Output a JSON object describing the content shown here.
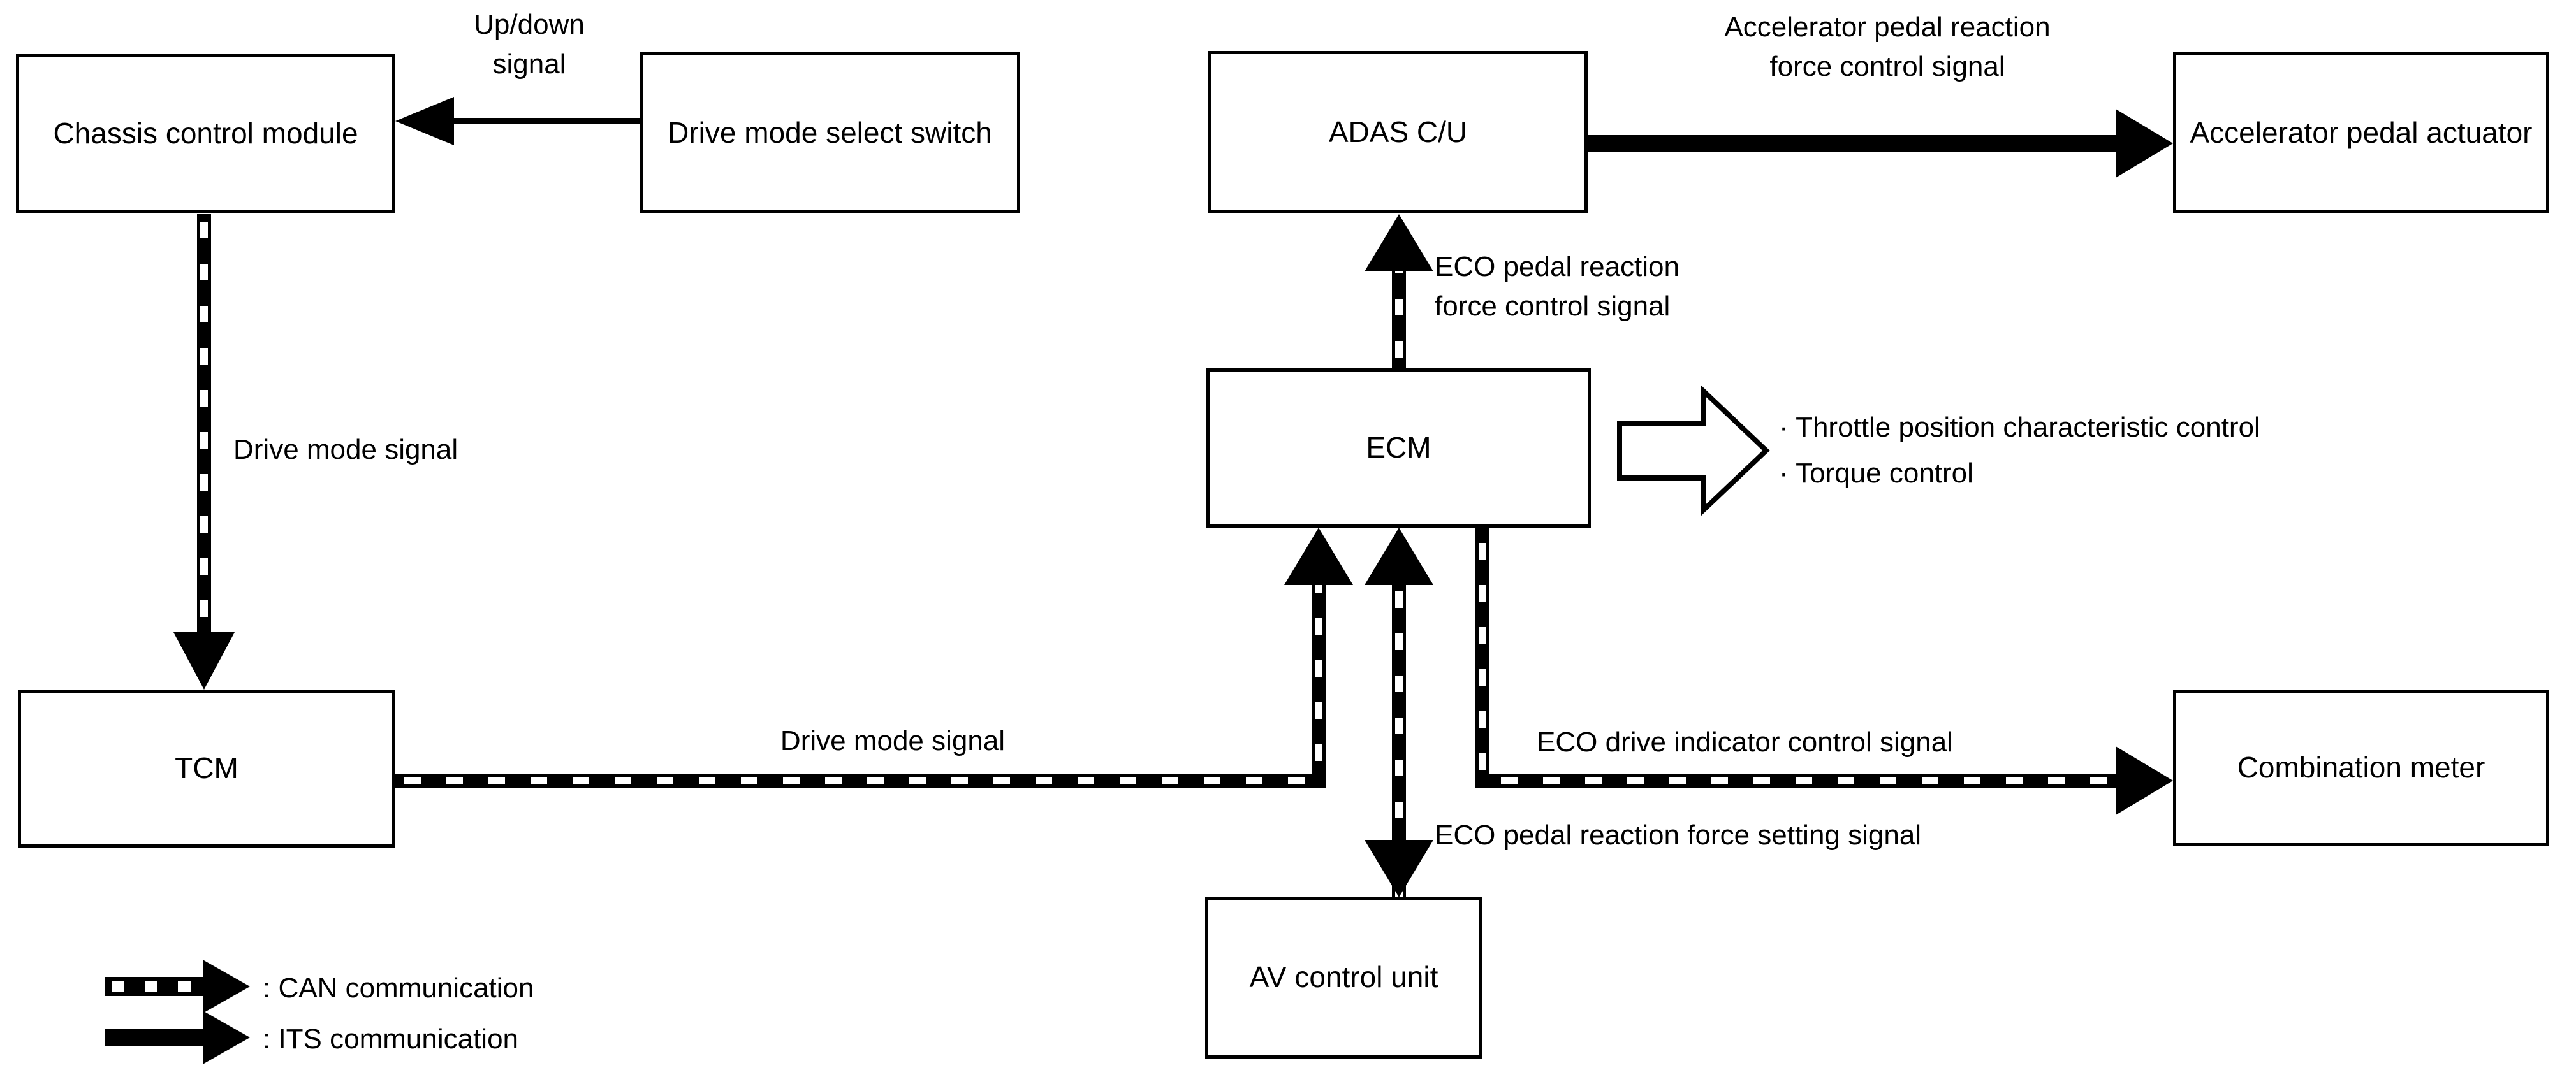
{
  "diagram": {
    "type": "block-diagram",
    "background_color": "#ffffff",
    "line_color": "#000000",
    "nodes": [
      {
        "id": "chassis-control-module",
        "label": "Chassis control\nmodule"
      },
      {
        "id": "drive-mode-select-switch",
        "label": "Drive mode\nselect switch"
      },
      {
        "id": "adas-cu",
        "label": "ADAS C/U"
      },
      {
        "id": "accelerator-pedal-actuator",
        "label": "Accelerator\npedal actuator"
      },
      {
        "id": "ecm",
        "label": "ECM"
      },
      {
        "id": "tcm",
        "label": "TCM"
      },
      {
        "id": "av-control-unit",
        "label": "AV control unit"
      },
      {
        "id": "combination-meter",
        "label": "Combination\nmeter"
      }
    ],
    "edges": [
      {
        "id": "updown-signal",
        "label": "Up/down\nsignal",
        "from": "drive-mode-select-switch",
        "to": "chassis-control-module",
        "kind": "plain"
      },
      {
        "id": "drive-mode-signal-vertical",
        "label": "Drive mode signal",
        "from": "chassis-control-module",
        "to": "tcm",
        "kind": "CAN"
      },
      {
        "id": "drive-mode-signal-horizontal",
        "label": "Drive mode signal",
        "from": "tcm",
        "to": "ecm",
        "kind": "CAN"
      },
      {
        "id": "accelerator-pedal-reaction-force-control-signal",
        "label": "Accelerator pedal reaction\nforce control signal",
        "from": "adas-cu",
        "to": "accelerator-pedal-actuator",
        "kind": "ITS"
      },
      {
        "id": "eco-pedal-reaction-force-control-signal",
        "label": "ECO pedal reaction\nforce control signal",
        "from": "ecm",
        "to": "adas-cu",
        "kind": "CAN"
      },
      {
        "id": "eco-drive-indicator-control-signal",
        "label": "ECO drive indicator control signal",
        "from": "ecm",
        "to": "combination-meter",
        "kind": "CAN"
      },
      {
        "id": "eco-pedal-reaction-force-setting-signal",
        "label": "ECO pedal reaction force setting signal",
        "from": "av-control-unit",
        "to": "ecm",
        "kind": "CAN"
      }
    ],
    "ecm_outputs": {
      "items": [
        "· Throttle position characteristic control",
        "· Torque control"
      ]
    },
    "legend": {
      "items": [
        {
          "id": "legend-can",
          "style": "CAN",
          "label": ": CAN communication"
        },
        {
          "id": "legend-its",
          "style": "ITS",
          "label": ": ITS communication"
        }
      ]
    }
  }
}
